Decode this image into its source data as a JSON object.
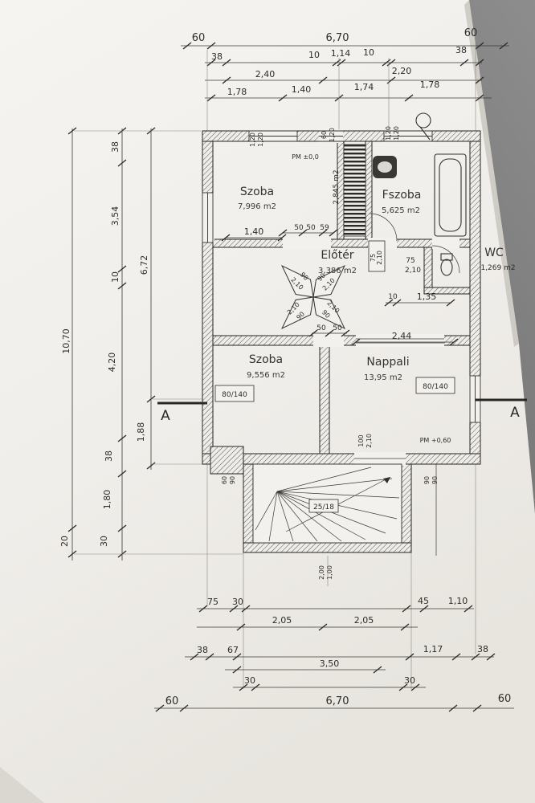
{
  "rooms": {
    "szoba1": {
      "name": "Szoba",
      "area": "7,996 m2"
    },
    "closet": {
      "area": "2,845 m2"
    },
    "fszoba": {
      "name": "Fszoba",
      "area": "5,625 m2"
    },
    "eloter": {
      "name": "Előtér",
      "area": "3,386 m2"
    },
    "wc": {
      "name": "WC",
      "area": "1,269 m2"
    },
    "szoba2": {
      "name": "Szoba",
      "area": "9,556 m2"
    },
    "nappali": {
      "name": "Nappali",
      "area": "13,95 m2"
    }
  },
  "levels": {
    "pm_zero": "PM ±0,0",
    "pm_060": "PM +0,60"
  },
  "stairs": {
    "label": "25/18"
  },
  "windows": {
    "left_lower": "80/140",
    "right_lower": "80/140"
  },
  "section": {
    "left": "A",
    "right": "A"
  },
  "dims_top": {
    "row1": [
      "60",
      "6,70",
      "60"
    ],
    "row2": [
      "38",
      "10",
      "1,14",
      "10",
      "38"
    ],
    "row3": [
      "2,40",
      "2,20"
    ],
    "row4": [
      "1,78",
      "1,40",
      "1,74",
      "1,78"
    ],
    "parapet": [
      "1,20",
      "1,20",
      "60",
      "1,20",
      "1,20",
      "1,20"
    ]
  },
  "dims_left": {
    "outer": [
      "10,70",
      "20"
    ],
    "mid": [
      "38",
      "3,54",
      "10",
      "4,20",
      "38",
      "1,80",
      "30"
    ],
    "inner": [
      "6,72",
      "1,88"
    ]
  },
  "dims_bottom": {
    "row1": [
      "75",
      "30",
      "45",
      "1,10"
    ],
    "row2": [
      "2,05",
      "2,05"
    ],
    "row3": [
      "38",
      "67",
      "1,17",
      "38"
    ],
    "row4": [
      "3,50"
    ],
    "row5": [
      "30",
      "30"
    ],
    "row6": [
      "60",
      "6,70",
      "60"
    ]
  },
  "dims_interior": {
    "szoba1_w": "1,40",
    "top_door": [
      "50",
      "50",
      "59"
    ],
    "fszoba_door": {
      "w": "75",
      "h": "2,10"
    },
    "wc_door": {
      "w": "75",
      "h": "2,10"
    },
    "eloter_doors": [
      {
        "w": "90",
        "h": "2,10"
      },
      {
        "w": "90",
        "h": "2,10"
      },
      {
        "w": "90",
        "h": "2,10"
      },
      {
        "w": "90",
        "h": "2,10"
      }
    ],
    "mid": [
      "10",
      "1,35"
    ],
    "mid_door": [
      "50",
      "50"
    ],
    "nappali_w": "2,44",
    "bottom_door": {
      "w": "100",
      "h": "2,10"
    },
    "stair_left": [
      "60",
      "90"
    ],
    "stair_right": [
      "90",
      "90"
    ],
    "stair_bottom": [
      "2,00",
      "1,00"
    ]
  }
}
